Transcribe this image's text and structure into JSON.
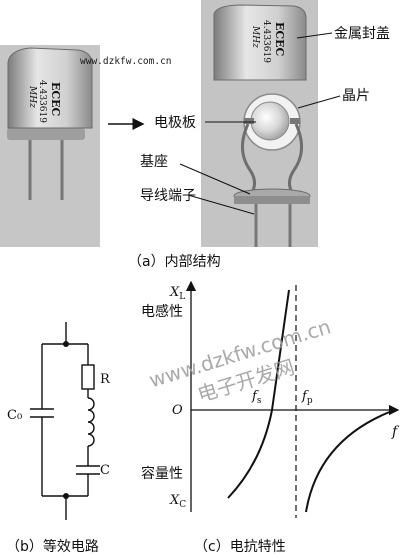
{
  "watermark_top": "www.dzkfw.com.cn",
  "watermark_diag_1": "www.dzkfw.com.cn",
  "watermark_diag_2": "电子开发网",
  "crystal_text": {
    "brand": "ECEC",
    "freq": "4.433619",
    "unit": "MHz"
  },
  "labels_a": {
    "metal_cover": "金属封盖",
    "chip": "晶片",
    "electrode_plate": "电极板",
    "base": "基座",
    "lead_terminal": "导线端子"
  },
  "captions": {
    "a": "（a）内部结构",
    "b": "（b）等效电路",
    "c": "（c）电抗特性"
  },
  "circuit_labels": {
    "r": "R",
    "c0": "C₀",
    "c": "C"
  },
  "plot_labels": {
    "xl": "X",
    "xl_sub": "L",
    "xc": "X",
    "xc_sub": "C",
    "origin": "O",
    "f_axis": "f",
    "fs": "f",
    "fs_sub": "s",
    "fp": "f",
    "fp_sub": "p",
    "inductive": "电感性",
    "capacitive": "容量性"
  },
  "colors": {
    "bg_photo": "#c4c4c4",
    "metal_light": "#e9e9e9",
    "metal_dark": "#8f8f8f",
    "line": "#111111",
    "watermark": "#9a9a9a"
  }
}
